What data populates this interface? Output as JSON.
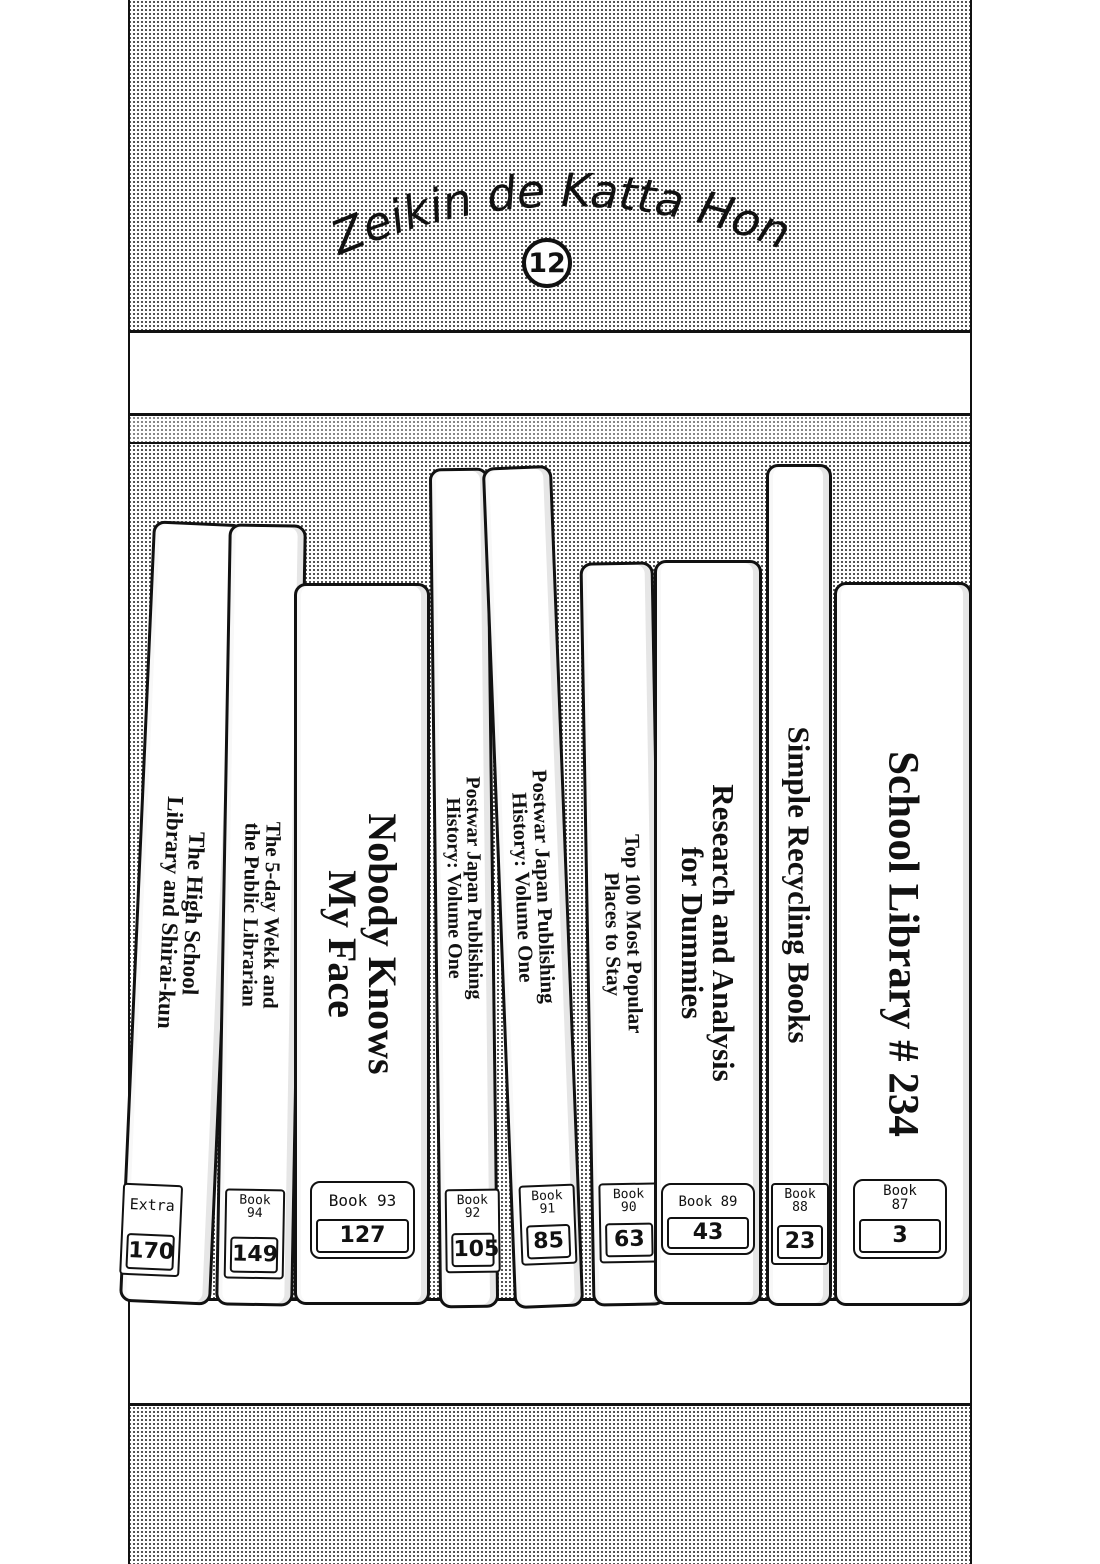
{
  "header": {
    "title": "Zeikin de Katta Hon",
    "volume": "12"
  },
  "books": [
    {
      "id": "extra",
      "title": "The High School\nLibrary and Shirai-kun",
      "label_top": "Extra",
      "label_number": "170"
    },
    {
      "id": "book94",
      "title": "The 5-day Wekk and\nthe Public Librarian",
      "label_top": "Book\n94",
      "label_number": "149"
    },
    {
      "id": "book93",
      "title": "Nobody Knows\nMy Face",
      "label_top": "Book 93",
      "label_number": "127"
    },
    {
      "id": "book92",
      "title": "Postwar Japan Publishing\nHistory: Volume One",
      "label_top": "Book\n92",
      "label_number": "105"
    },
    {
      "id": "book91",
      "title": "Postwar Japan Publishing\nHistory: Volume One",
      "label_top": "Book\n91",
      "label_number": "85"
    },
    {
      "id": "book90",
      "title": "Top 100 Most Popular\nPlaces to Stay",
      "label_top": "Book\n90",
      "label_number": "63"
    },
    {
      "id": "book89",
      "title": "Research and Analysis\nfor Dummies",
      "label_top": "Book 89",
      "label_number": "43"
    },
    {
      "id": "book88",
      "title": "Simple Recycling Books",
      "label_top": "Book\n88",
      "label_number": "23"
    },
    {
      "id": "book87",
      "title": "School Library # 234",
      "label_top": "Book\n87",
      "label_number": "3"
    }
  ]
}
